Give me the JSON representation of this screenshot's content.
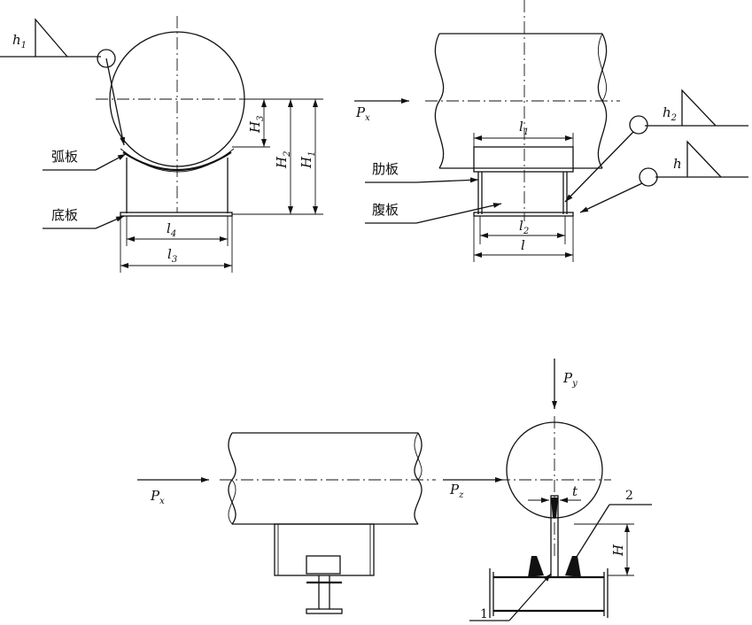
{
  "fig1": {
    "h1": "h",
    "h1_sub": "1",
    "H3": "H",
    "H3_sub": "3",
    "H2": "H",
    "H2_sub": "2",
    "H1": "H",
    "H1_sub": "1",
    "l4": "l",
    "l4_sub": "4",
    "l3": "l",
    "l3_sub": "3",
    "arc_plate": "弧板",
    "base_plate": "底板"
  },
  "fig2": {
    "px": "P",
    "px_sub": "x",
    "h2": "h",
    "h2_sub": "2",
    "h": "h",
    "l1": "l",
    "l1_sub": "1",
    "l2": "l",
    "l2_sub": "2",
    "l": "l",
    "rib_plate": "肋板",
    "web_plate": "腹板"
  },
  "fig3": {
    "px": "P",
    "px_sub": "x"
  },
  "fig4": {
    "py": "P",
    "py_sub": "y",
    "pz": "P",
    "pz_sub": "z",
    "t": "t",
    "H": "H",
    "mark1": "1",
    "mark2": "2"
  }
}
